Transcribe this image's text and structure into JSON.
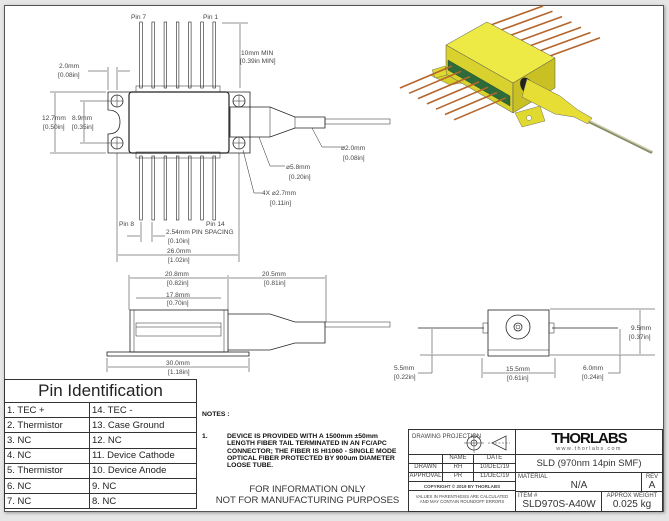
{
  "top_view": {
    "pin_labels": [
      "Pin 7",
      "Pin 1",
      "Pin 8",
      "Pin 14"
    ],
    "dimensions": {
      "pin_length": [
        "10mm MIN",
        "[0.39in MIN]"
      ],
      "mount_tab": [
        "2.0mm",
        "[0.08in]"
      ],
      "height_outer": [
        "12.7mm",
        "[0.50in]"
      ],
      "height_inner": [
        "8.9mm",
        "[0.35in]"
      ],
      "fiber_dia": [
        "2.0mm",
        "[0.08in]"
      ],
      "boot_dia": [
        "5.8mm",
        "[0.20in]"
      ],
      "hole_dia": [
        "4X",
        "2.7mm",
        "[0.11in]"
      ],
      "pin_spacing": [
        "2.54mm PIN SPACING",
        "[0.10in]"
      ],
      "overall_width": [
        "26.0mm",
        "[1.02in]"
      ]
    }
  },
  "side_view": {
    "dimensions": {
      "body_width": [
        "20.8mm",
        "[0.82in]"
      ],
      "boot_length": [
        "20.5mm",
        "[0.81in]"
      ],
      "pin_row": [
        "17.8mm",
        "[0.70in]"
      ],
      "base_width": [
        "30.0mm",
        "[1.18in]"
      ]
    }
  },
  "end_view": {
    "dimensions": {
      "height": [
        "9.5mm",
        "[0.37in]"
      ],
      "left_pin_height": [
        "5.5mm",
        "[0.22in]"
      ],
      "width": [
        "15.5mm",
        "[0.61in]"
      ],
      "right_pin_height": [
        "6.0mm",
        "[0.24in]"
      ]
    }
  },
  "pin_identification": {
    "title": "Pin Identification",
    "rows": [
      [
        "1. TEC +",
        "14. TEC -"
      ],
      [
        "2. Thermistor",
        "13. Case Ground"
      ],
      [
        "3. NC",
        "12. NC"
      ],
      [
        "4. NC",
        "11. Device Cathode"
      ],
      [
        "5. Thermistor",
        "10. Device Anode"
      ],
      [
        "6. NC",
        "9. NC"
      ],
      [
        "7. NC",
        "8. NC"
      ]
    ]
  },
  "notes": {
    "heading": "NOTES :",
    "items": [
      {
        "number": "1.",
        "text": "DEVICE IS PROVIDED WITH A 1500mm ±50mm LENGTH FIBER TAIL TERMINATED IN AN FC/APC CONNECTOR; THE FIBER IS HI1060 - SINGLE MODE OPTICAL FIBER PROTECTED BY 900um DIAMETER LOOSE TUBE."
      }
    ],
    "disclaimer_1": "FOR INFORMATION ONLY",
    "disclaimer_2": "NOT FOR MANUFACTURING PURPOSES"
  },
  "title_block": {
    "projection_label": "DRAWING PROJECTION",
    "name_header": "NAME",
    "date_header": "DATE",
    "drawn_label": "DRAWN",
    "drawn_name": "RH",
    "drawn_date": "10/DEC/19",
    "approval_label": "APPROVAL",
    "approval_name": "PR",
    "approval_date": "11/DEC/19",
    "copyright": "COPYRIGHT © 2019 BY THORLABS",
    "values_note": "VALUES IN PARENTHESIS ARE CALCULATED AND MAY CONTAIN ROUNDOFF ERRORS",
    "logo": "THORLABS",
    "website": "www.thorlabs.com",
    "title": "SLD (970nm 14pin SMF)",
    "material_label": "MATERIAL",
    "material": "N/A",
    "rev_label": "REV",
    "rev": "A",
    "item_label": "ITEM #",
    "item": "SLD970S-A40W",
    "weight_label": "APPROX WEIGHT",
    "weight": "0.025 kg"
  },
  "colors": {
    "housing": "#e8e33a",
    "pins": "#b5652a",
    "pcb": "#2e6b3a"
  }
}
